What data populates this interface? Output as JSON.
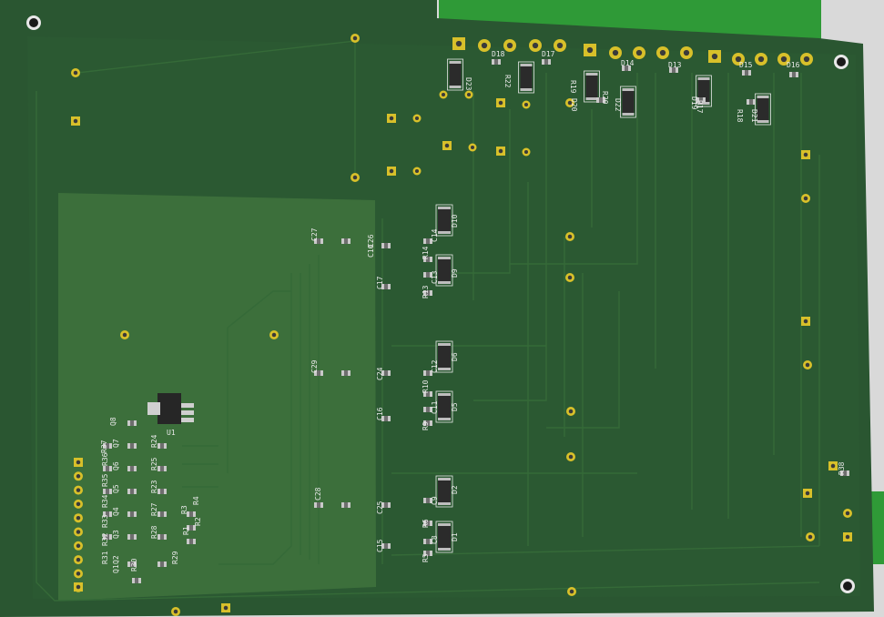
{
  "board": {
    "colors": {
      "background": "#d9d9d9",
      "board": "#2a5631",
      "board_dark": "#214826",
      "pour_zone": "#3c6f3b",
      "connector": "#2f9a37",
      "pad": "#d8c02a",
      "silk": "#e6e6e6",
      "component": "#2b2b2b"
    },
    "silk_labels": [
      "D23",
      "D18",
      "R22",
      "D17",
      "R19",
      "D20",
      "R20",
      "D22",
      "D14",
      "D13",
      "D19",
      "R17",
      "D15",
      "D16",
      "R18",
      "D21",
      "C27",
      "C26",
      "C10",
      "C14",
      "R14",
      "D10",
      "C17",
      "C13",
      "R13",
      "D9",
      "C29",
      "C24",
      "C12",
      "R10",
      "D6",
      "C16",
      "C11",
      "R9",
      "D5",
      "C28",
      "C25",
      "C9",
      "R6",
      "D2",
      "C15",
      "C8",
      "R5",
      "D1",
      "Q8",
      "U1",
      "R37",
      "Q7",
      "R24",
      "R36",
      "Q6",
      "R25",
      "R35",
      "Q5",
      "R23",
      "R34",
      "Q4",
      "R27",
      "R33",
      "Q3",
      "R28",
      "R32",
      "Q2",
      "R29",
      "R31",
      "Q1",
      "R30",
      "R4",
      "R3",
      "R2",
      "R1",
      "R38"
    ]
  }
}
